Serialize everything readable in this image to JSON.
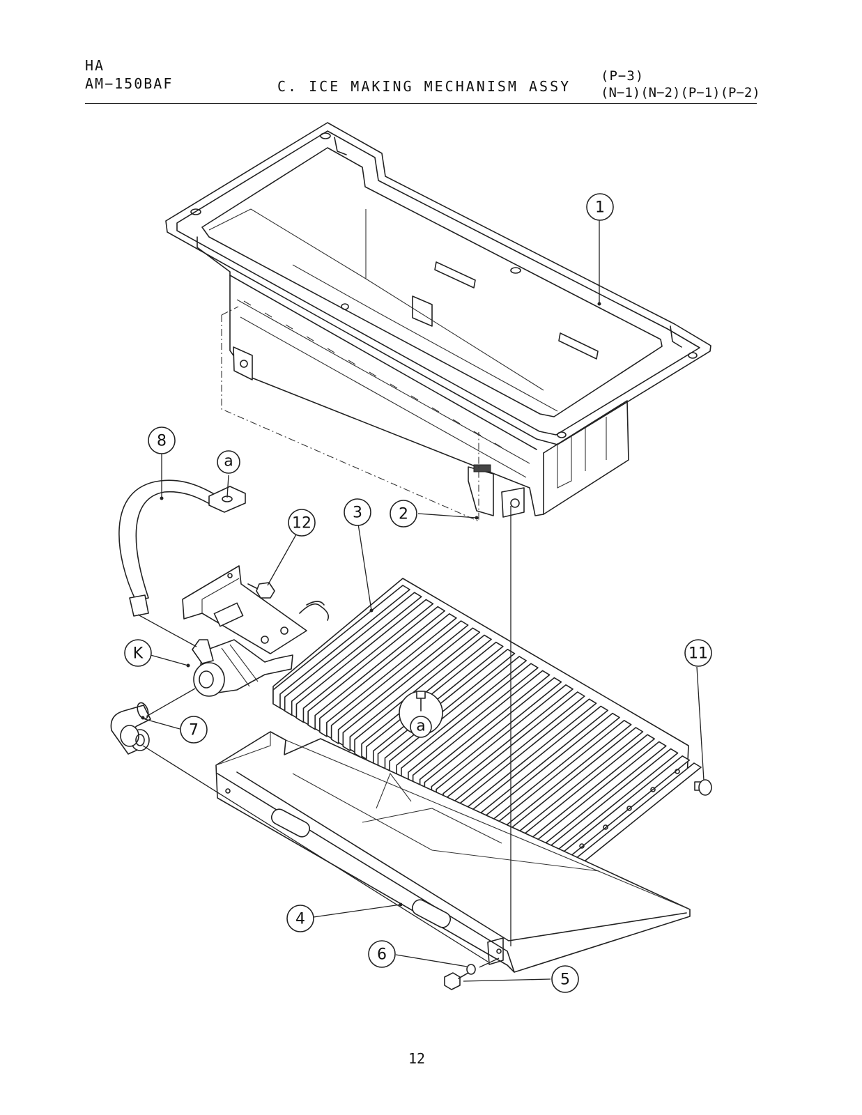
{
  "header": {
    "brand": "HA",
    "model": "AM−150BAF",
    "title": "C. ICE MAKING MECHANISM ASSY",
    "variant_line1": "(P−3)",
    "variant_line2": "(N−1)(N−2)(P−1)(P−2)"
  },
  "callouts": {
    "c1": "1",
    "c2": "2",
    "c3": "3",
    "c4": "4",
    "c5": "5",
    "c6": "6",
    "c7": "7",
    "c8": "8",
    "c11": "11",
    "c12": "12",
    "cK": "K",
    "ca_top": "a",
    "ca_center": "a"
  },
  "footer": {
    "page_number": "12"
  }
}
